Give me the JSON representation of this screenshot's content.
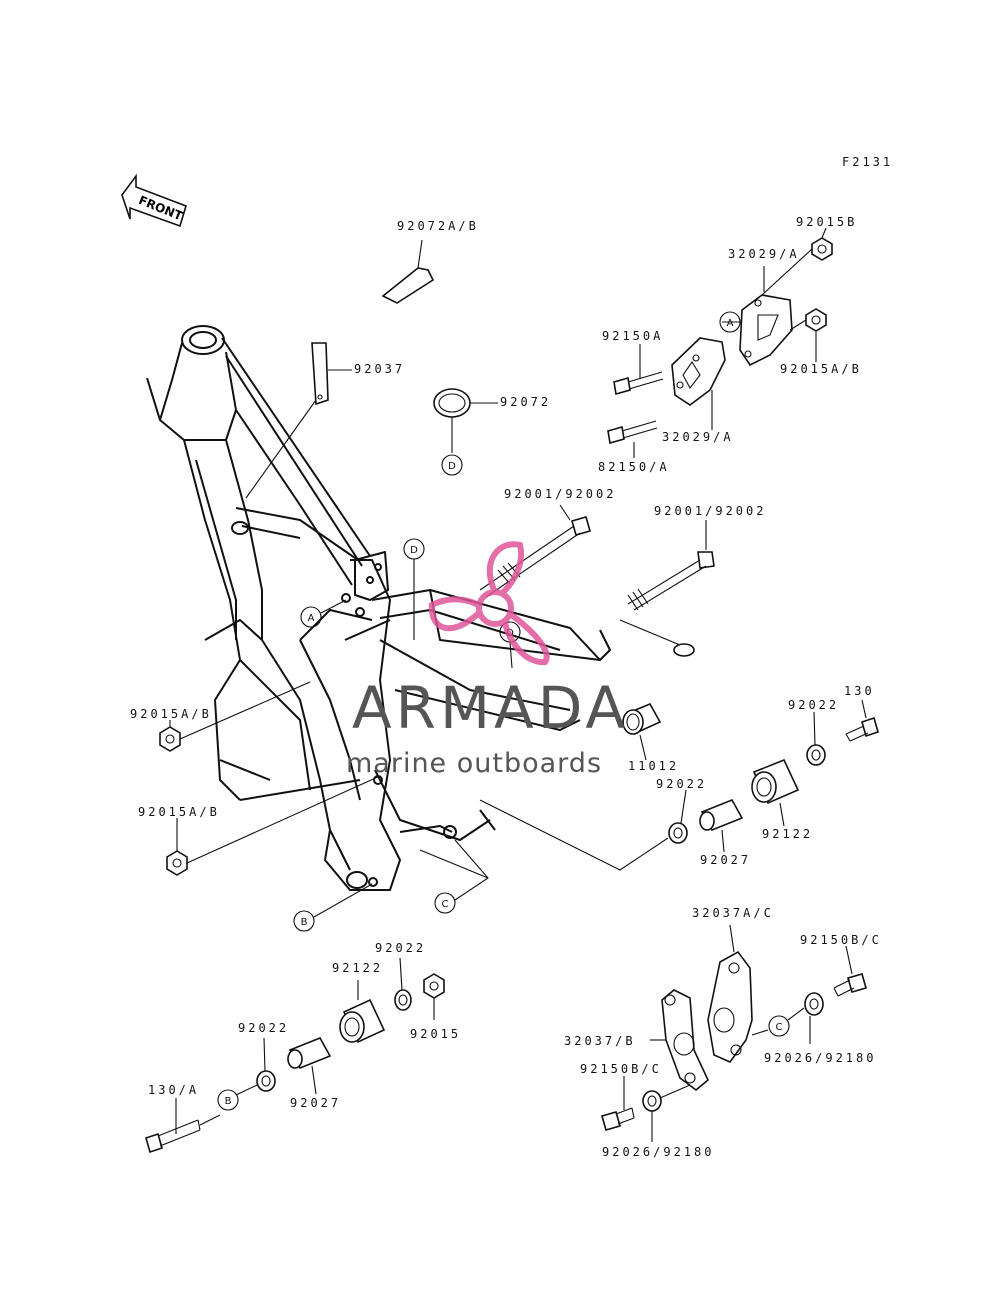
{
  "figure_code": "F2131",
  "front_label": "FRONT",
  "watermark": {
    "brand": "ARMADA",
    "tagline": "marine outboards",
    "color_text": "#555555",
    "color_logo": "#e0559a"
  },
  "refs": {
    "a": "A",
    "b": "B",
    "c": "C",
    "d": "D"
  },
  "parts": {
    "p92072ab": "92072A/B",
    "p92037": "92037",
    "p92072": "92072",
    "p92015b": "92015B",
    "p32029a_top": "32029/A",
    "p92150a": "92150A",
    "p92015ab_right": "92015A/B",
    "p32029a_bottom": "32029/A",
    "p82150a": "82150/A",
    "p92001_left": "92001/92002",
    "p92001_right": "92001/92002",
    "p130": "130",
    "p92022_right": "92022",
    "p92015ab_left1": "92015A/B",
    "p11012": "11012",
    "p92022_mid": "92022",
    "p92122_right": "92122",
    "p92015ab_left2": "92015A/B",
    "p92027_right": "92027",
    "p32037ac": "32037A/C",
    "p92150bc_right": "92150B/C",
    "p92022_b1": "92022",
    "p92122_b": "92122",
    "p92022_b2": "92022",
    "p92015": "92015",
    "p32037b": "32037/B",
    "p92026_right": "92026/92180",
    "p92150bc_left": "92150B/C",
    "p130a": "130/A",
    "p92027_b": "92027",
    "p92026_left": "92026/92180"
  }
}
